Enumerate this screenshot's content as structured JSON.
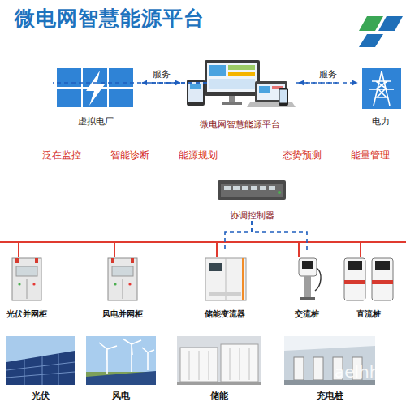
{
  "diagram": {
    "title": "微电网智慧能源平台",
    "nodes": [
      {
        "text": [
          "虚拟电厂"
        ]
      },
      {
        "text": [
          "微电网智慧能源平台"
        ]
      },
      {
        "text": [
          "电力"
        ]
      },
      {
        "text": [
          "协调控制器"
        ]
      },
      {
        "text": [
          "光伏并网柜"
        ]
      },
      {
        "text": [
          "风电并网柜"
        ]
      },
      {
        "text": [
          "储能变流器"
        ]
      },
      {
        "text": [
          "交流桩"
        ]
      },
      {
        "text": [
          "直流桩"
        ]
      },
      {
        "text": [
          "光伏"
        ]
      },
      {
        "text": [
          "风电"
        ]
      },
      {
        "text": [
          "储能"
        ]
      },
      {
        "text": [
          "充电桩"
        ]
      }
    ],
    "edges": [
      {
        "from": 0,
        "to": 1,
        "label": "服务",
        "arrow": "both"
      },
      {
        "from": 1,
        "to": 2,
        "label": "服务",
        "arrow": "both"
      },
      {
        "from": 3,
        "to": 4,
        "arrow": "none"
      },
      {
        "from": 3,
        "to": 5,
        "arrow": "none"
      },
      {
        "from": 3,
        "to": 6,
        "arrow": "none"
      },
      {
        "from": 3,
        "to": 7,
        "arrow": "none"
      },
      {
        "from": 3,
        "to": 8,
        "arrow": "none"
      }
    ],
    "labels": [
      "泛在监控",
      "智能诊断",
      "能源规划",
      "态势预测",
      "能量管理",
      "aelhh"
    ]
  }
}
